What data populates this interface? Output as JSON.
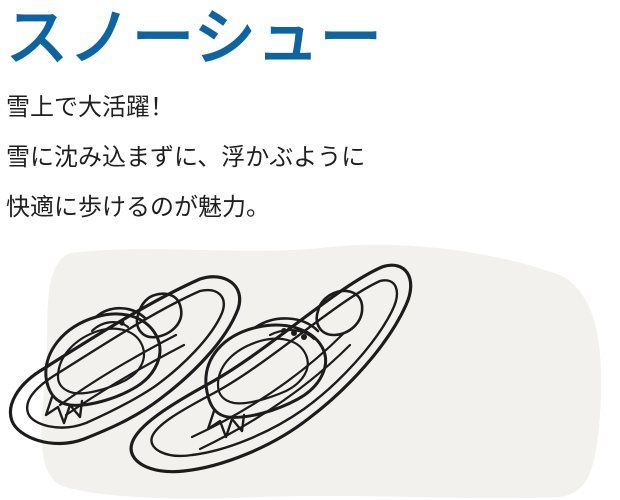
{
  "title": {
    "text": "スノーシュー",
    "color": "#0b64a4"
  },
  "description": {
    "lines": [
      "雪上で大活躍！",
      "雪に沈み込まずに、浮かぶように",
      "快適に歩けるのが魅力。"
    ]
  },
  "illustration": {
    "icon": "snowshoes-illustration",
    "background_color": "#f2f1ee",
    "stroke_color": "#1c1c1c"
  }
}
